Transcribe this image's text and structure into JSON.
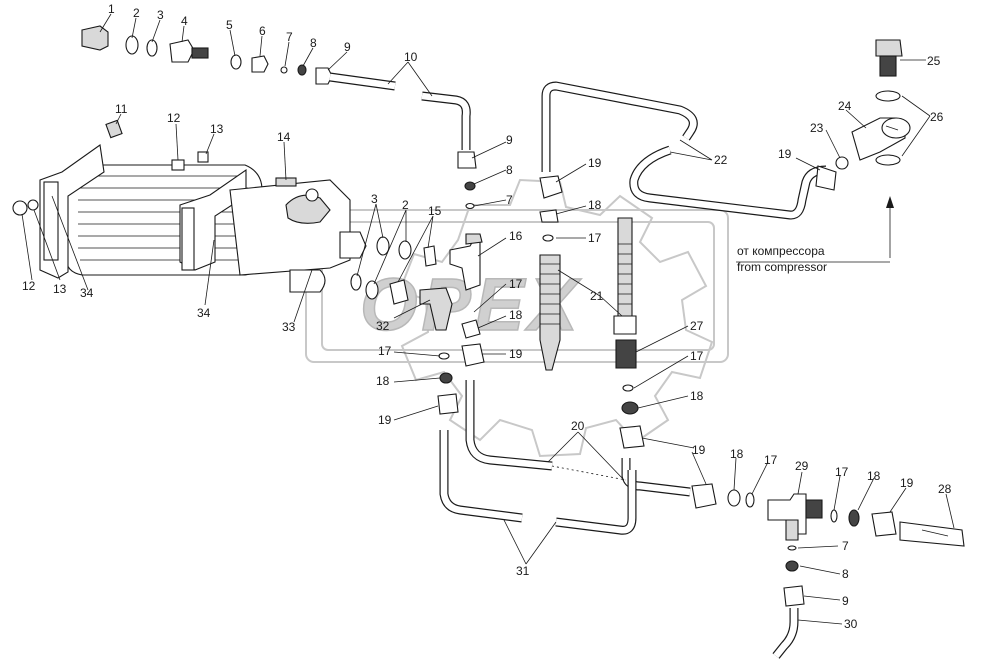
{
  "diagram": {
    "watermark": "OPEX",
    "note": {
      "ru": "от компрессора",
      "en": "from compressor"
    },
    "callouts": [
      {
        "id": "c1",
        "label": "1"
      },
      {
        "id": "c2",
        "label": "2"
      },
      {
        "id": "c3",
        "label": "3"
      },
      {
        "id": "c4",
        "label": "4"
      },
      {
        "id": "c5",
        "label": "5"
      },
      {
        "id": "c6",
        "label": "6"
      },
      {
        "id": "c7",
        "label": "7"
      },
      {
        "id": "c8",
        "label": "8"
      },
      {
        "id": "c9",
        "label": "9"
      },
      {
        "id": "c10",
        "label": "10"
      },
      {
        "id": "c11",
        "label": "11"
      },
      {
        "id": "c12a",
        "label": "12"
      },
      {
        "id": "c13a",
        "label": "13"
      },
      {
        "id": "c14",
        "label": "14"
      },
      {
        "id": "c12b",
        "label": "12"
      },
      {
        "id": "c13b",
        "label": "13"
      },
      {
        "id": "c34a",
        "label": "34"
      },
      {
        "id": "c34b",
        "label": "34"
      },
      {
        "id": "c33",
        "label": "33"
      },
      {
        "id": "c3b",
        "label": "3"
      },
      {
        "id": "c2b",
        "label": "2"
      },
      {
        "id": "c15",
        "label": "15"
      },
      {
        "id": "c16",
        "label": "16"
      },
      {
        "id": "c32",
        "label": "32"
      },
      {
        "id": "c9b",
        "label": "9"
      },
      {
        "id": "c8b",
        "label": "8"
      },
      {
        "id": "c7b",
        "label": "7"
      },
      {
        "id": "c19a",
        "label": "19"
      },
      {
        "id": "c18a",
        "label": "18"
      },
      {
        "id": "c17a",
        "label": "17"
      },
      {
        "id": "c17b",
        "label": "17"
      },
      {
        "id": "c18b",
        "label": "18"
      },
      {
        "id": "c17c",
        "label": "17"
      },
      {
        "id": "c19b",
        "label": "19"
      },
      {
        "id": "c18c",
        "label": "18"
      },
      {
        "id": "c19c",
        "label": "19"
      },
      {
        "id": "c21",
        "label": "21"
      },
      {
        "id": "c22",
        "label": "22"
      },
      {
        "id": "c19d",
        "label": "19"
      },
      {
        "id": "c23",
        "label": "23"
      },
      {
        "id": "c24",
        "label": "24"
      },
      {
        "id": "c25",
        "label": "25"
      },
      {
        "id": "c26",
        "label": "26"
      },
      {
        "id": "c27",
        "label": "27"
      },
      {
        "id": "c17d",
        "label": "17"
      },
      {
        "id": "c18d",
        "label": "18"
      },
      {
        "id": "c20",
        "label": "20"
      },
      {
        "id": "c19e",
        "label": "19"
      },
      {
        "id": "c18e",
        "label": "18"
      },
      {
        "id": "c17e",
        "label": "17"
      },
      {
        "id": "c29",
        "label": "29"
      },
      {
        "id": "c17f",
        "label": "17"
      },
      {
        "id": "c18f",
        "label": "18"
      },
      {
        "id": "c19f",
        "label": "19"
      },
      {
        "id": "c28",
        "label": "28"
      },
      {
        "id": "c7c",
        "label": "7"
      },
      {
        "id": "c8c",
        "label": "8"
      },
      {
        "id": "c9c",
        "label": "9"
      },
      {
        "id": "c30",
        "label": "30"
      },
      {
        "id": "c31",
        "label": "31"
      }
    ]
  }
}
